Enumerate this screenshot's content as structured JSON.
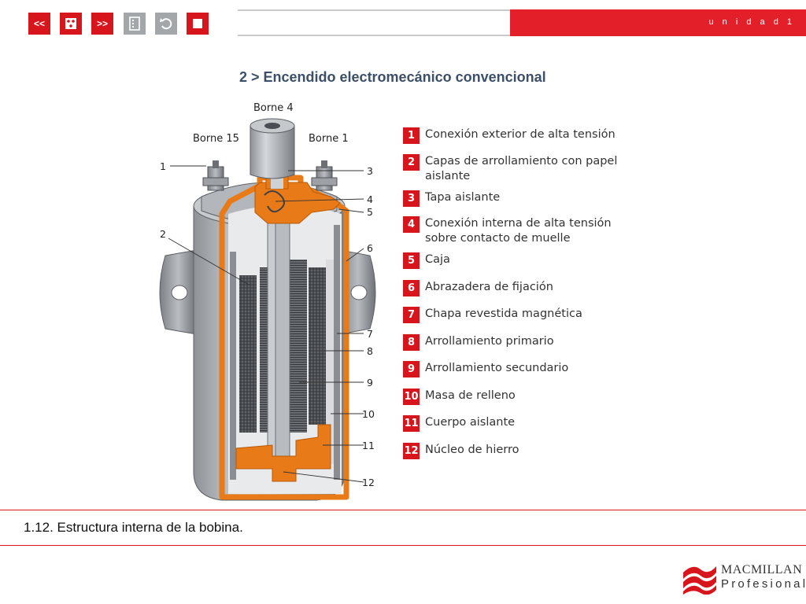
{
  "nav": {
    "prev_label": "<<",
    "next_label": ">>"
  },
  "header": {
    "unit_label": "u n i d a d 1"
  },
  "section_title": "2 > Encendido electromecánico convencional",
  "diagram": {
    "terminal_labels": [
      "Borne 4",
      "Borne 15",
      "Borne 1"
    ],
    "callouts": [
      "1",
      "2",
      "3",
      "4",
      "5",
      "6",
      "7",
      "8",
      "9",
      "10",
      "11",
      "12"
    ],
    "colors": {
      "accent": "#e87b18",
      "metal": "#a9adb2",
      "red": "#d7151c"
    }
  },
  "legend": [
    {
      "num": "1",
      "text": "Conexión exterior de alta tensión"
    },
    {
      "num": "2",
      "text": "Capas de arrollamiento con papel aislante"
    },
    {
      "num": "3",
      "text": "Tapa aislante"
    },
    {
      "num": "4",
      "text": "Conexión interna de alta tensión sobre contacto de muelle"
    },
    {
      "num": "5",
      "text": "Caja"
    },
    {
      "num": "6",
      "text": "Abrazadera de fijación"
    },
    {
      "num": "7",
      "text": "Chapa revestida magnética"
    },
    {
      "num": "8",
      "text": "Arrollamiento primario"
    },
    {
      "num": "9",
      "text": "Arrollamiento secundario"
    },
    {
      "num": "10",
      "text": "Masa de relleno"
    },
    {
      "num": "11",
      "text": "Cuerpo aislante"
    },
    {
      "num": "12",
      "text": "Núcleo de hierro"
    }
  ],
  "caption": "1.12. Estructura interna de la bobina.",
  "logo": {
    "line1": "MACMILLAN",
    "line2": "Profesional"
  }
}
